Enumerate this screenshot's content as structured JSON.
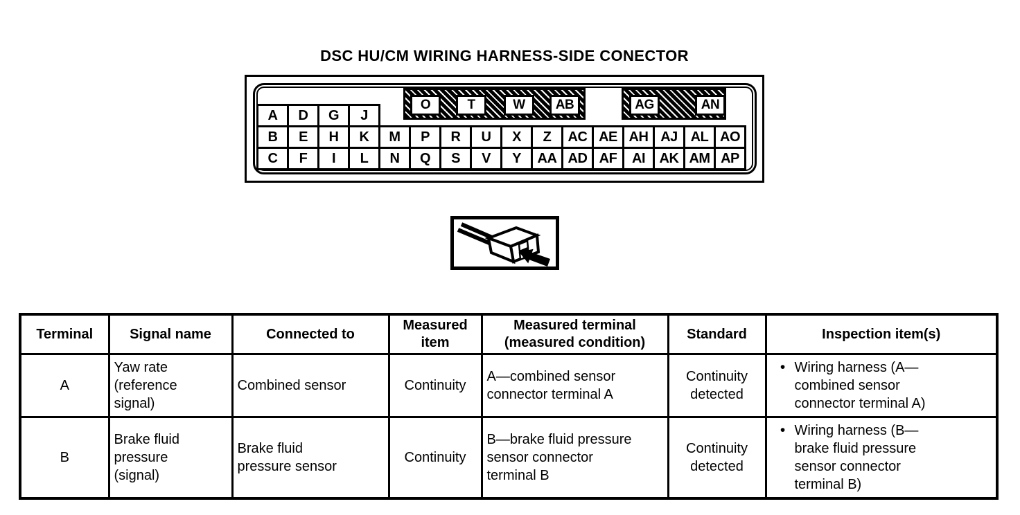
{
  "page": {
    "background": "#ffffff",
    "ink": "#000000"
  },
  "diagram": {
    "title": "DSC HU/CM WIRING HARNESS-SIDE CONECTOR",
    "connector": {
      "top_row_left_cells": [
        "O",
        "T",
        "W",
        "AB"
      ],
      "top_row_right_cells": [
        "AG",
        "AN"
      ],
      "left_block_row1": [
        "A",
        "D",
        "G",
        "J"
      ],
      "row2": [
        "B",
        "E",
        "H",
        "K",
        "M",
        "P",
        "R",
        "U",
        "X",
        "Z",
        "AC",
        "AE",
        "AH",
        "AJ",
        "AL",
        "AO"
      ],
      "row3": [
        "C",
        "F",
        "I",
        "L",
        "N",
        "Q",
        "S",
        "V",
        "Y",
        "AA",
        "AD",
        "AF",
        "AI",
        "AK",
        "AM",
        "AP"
      ]
    }
  },
  "table": {
    "headers": [
      "Terminal",
      "Signal name",
      "Connected to",
      "Measured\nitem",
      "Measured terminal\n(measured condition)",
      "Standard",
      "Inspection item(s)"
    ],
    "rows": [
      {
        "terminal": "A",
        "signal_name": "Yaw rate\n(reference\nsignal)",
        "connected_to": "Combined sensor",
        "measured_item": "Continuity",
        "measured_terminal": "A—combined sensor\nconnector terminal A",
        "standard": "Continuity\ndetected",
        "inspection": {
          "bullet": "•",
          "text": "Wiring harness (A—\ncombined sensor\nconnector terminal A)"
        }
      },
      {
        "terminal": "B",
        "signal_name": "Brake fluid\npressure\n(signal)",
        "connected_to": "Brake fluid\npressure sensor",
        "measured_item": "Continuity",
        "measured_terminal": "B—brake fluid pressure\nsensor connector\nterminal B",
        "standard": "Continuity\ndetected",
        "inspection": {
          "bullet": "•",
          "text": "Wiring harness (B—\nbrake fluid pressure\nsensor connector\nterminal B)"
        }
      }
    ]
  }
}
